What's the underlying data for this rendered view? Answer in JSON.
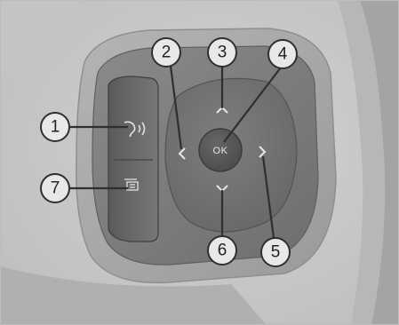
{
  "colors": {
    "background": "#c9c9c9",
    "bezel": "#a9a9a9",
    "panel": "#7b7b7b",
    "button_dark": "#575757",
    "callout_fill": "#e8e8e8",
    "callout_stroke": "#2f2f2f"
  },
  "center_button": {
    "label": "OK",
    "icon": "ok-button"
  },
  "side_buttons": [
    {
      "icon": "voice-recognition-icon"
    },
    {
      "icon": "menu-list-icon"
    }
  ],
  "dpad": {
    "icons": [
      "chevron-up-icon",
      "chevron-left-icon",
      "chevron-right-icon",
      "chevron-down-icon"
    ]
  },
  "callouts": [
    {
      "id": "1",
      "label": "1",
      "target": "voice-recognition-button"
    },
    {
      "id": "2",
      "label": "2",
      "target": "left-arrow"
    },
    {
      "id": "3",
      "label": "3",
      "target": "up-arrow"
    },
    {
      "id": "4",
      "label": "4",
      "target": "ok-button"
    },
    {
      "id": "5",
      "label": "5",
      "target": "right-arrow"
    },
    {
      "id": "6",
      "label": "6",
      "target": "down-arrow"
    },
    {
      "id": "7",
      "label": "7",
      "target": "menu-button"
    }
  ]
}
